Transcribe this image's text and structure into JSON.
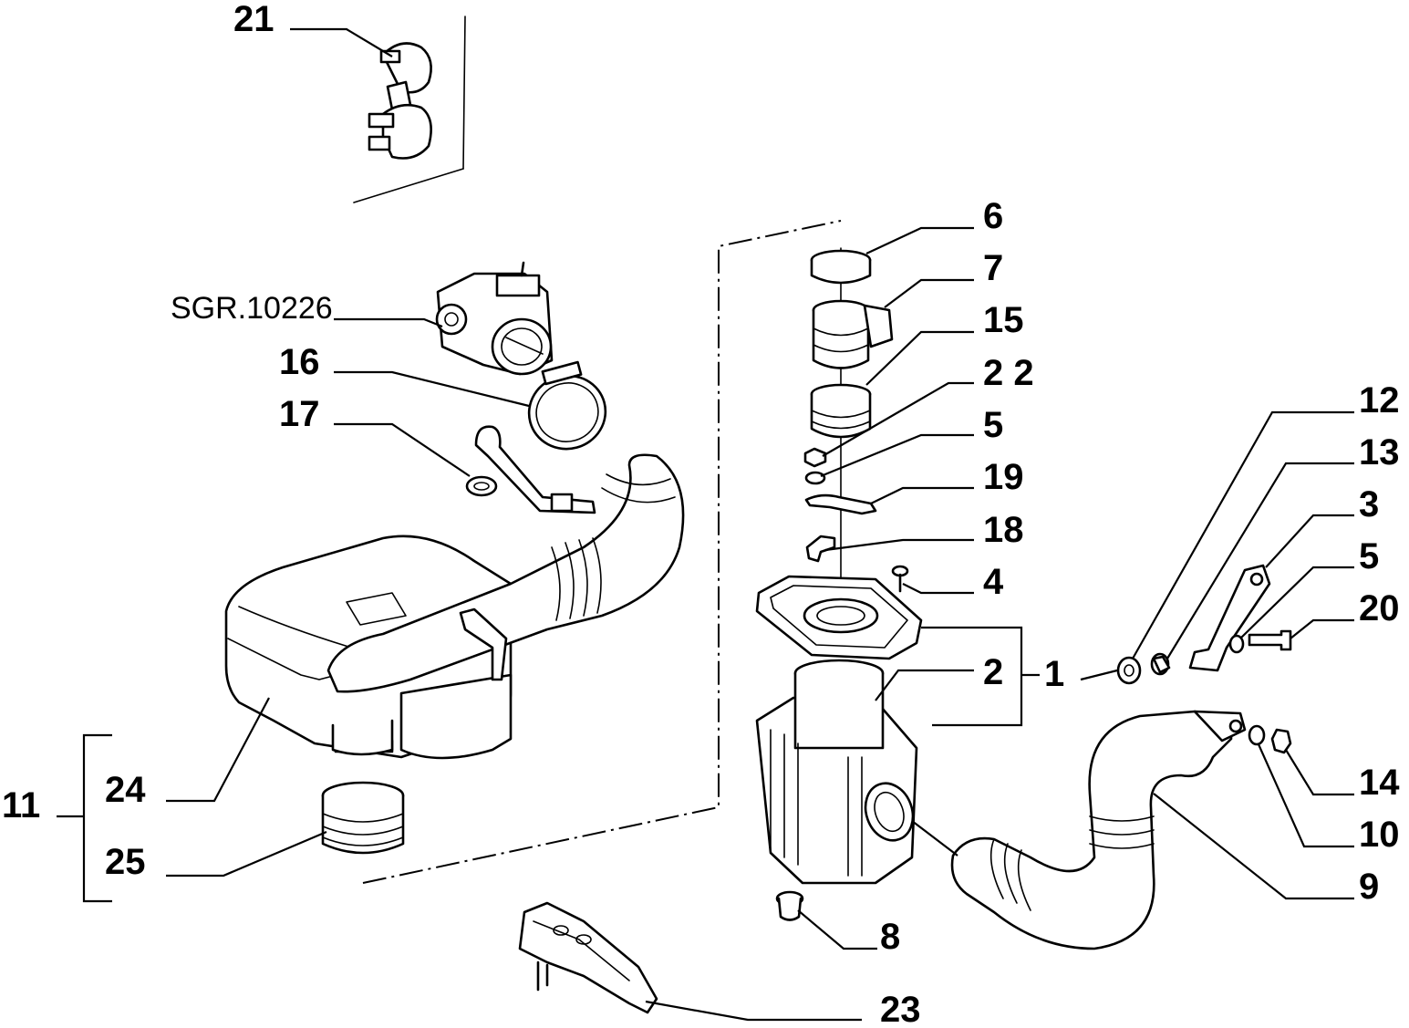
{
  "labels": {
    "p1": "1",
    "p2": "2",
    "p3": "3",
    "p4": "4",
    "p5a": "5",
    "p5b": "5",
    "p6": "6",
    "p7": "7",
    "p8": "8",
    "p9": "9",
    "p10": "10",
    "p11": "11",
    "p12": "12",
    "p13": "13",
    "p14": "14",
    "p15": "15",
    "p16": "16",
    "p17": "17",
    "p18": "18",
    "p19": "19",
    "p20": "20",
    "p21": "21",
    "p22": "2 2",
    "p23": "23",
    "p24": "24",
    "p25": "25",
    "sgr": "SGR.10226"
  }
}
